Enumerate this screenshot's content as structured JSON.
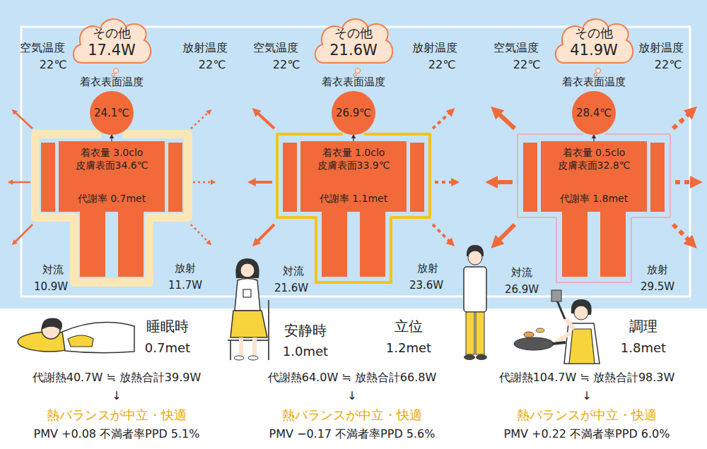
{
  "diagram": {
    "nodes": [
      {
        "text": [
          "その他",
          "17.4W"
        ]
      },
      {
        "text": [
          "着衣表面温度",
          "24.1℃"
        ]
      },
      {
        "text": [
          "着衣量 3.0clo",
          "皮膚表面34.6℃",
          "代謝率 0.7met"
        ]
      },
      {
        "text": [
          "その他",
          "21.6W"
        ]
      },
      {
        "text": [
          "着衣表面温度",
          "26.9℃"
        ]
      },
      {
        "text": [
          "着衣量 1.0clo",
          "皮膚表面33.9℃",
          "代謝率 1.1met"
        ]
      },
      {
        "text": [
          "その他",
          "41.9W"
        ]
      },
      {
        "text": [
          "着衣表面温度",
          "28.4℃"
        ]
      },
      {
        "text": [
          "着衣量 0.5clo",
          "皮膚表面32.8℃",
          "代謝率 1.8met"
        ]
      }
    ],
    "edges": [
      {
        "from": 2,
        "to": 1,
        "arrow": "to"
      },
      {
        "from": 5,
        "to": 4,
        "arrow": "to"
      },
      {
        "from": 8,
        "to": 7,
        "arrow": "to"
      }
    ],
    "labels": [
      "空気温度",
      "22℃",
      "放射温度",
      "22℃",
      "空気温度",
      "22℃",
      "放射温度",
      "22℃",
      "空気温度",
      "22℃",
      "放射温度",
      "22℃",
      "対流",
      "10.9W",
      "放射",
      "11.7W",
      "対流",
      "21.6W",
      "放射",
      "23.6W",
      "対流",
      "26.9W",
      "放射",
      "29.5W",
      "睡眠時",
      "0.7met",
      "安静時",
      "1.0met",
      "立位",
      "1.2met",
      "調理",
      "1.8met",
      "代謝熱40.7W ≒ 放熱合計39.9W",
      "代謝熱64.0W ≒ 放熱合計66.8W",
      "代謝熱104.7W ≒ 放熱合計98.3W",
      "↓",
      "↓",
      "↓",
      "熱バランスが中立・快適",
      "熱バランスが中立・快適",
      "熱バランスが中立・快適",
      "PMV +0.08 不満者率PPD 5.1%",
      "PMV −0.17 不満者率PPD 5.6%",
      "PMV +0.22 不満者率PPD 6.0%"
    ]
  }
}
